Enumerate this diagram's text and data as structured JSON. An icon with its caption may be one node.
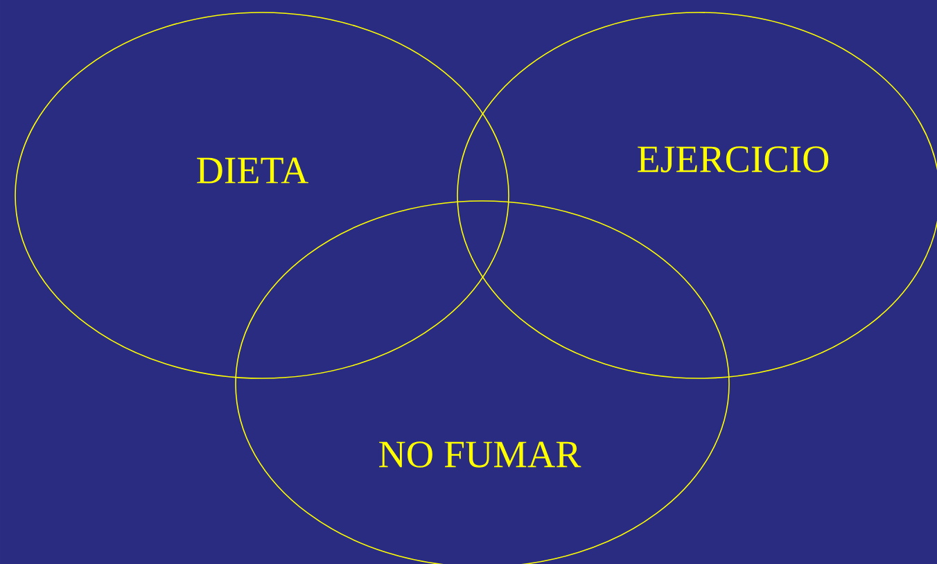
{
  "diagram": {
    "nodes": [
      {
        "text": [
          "DIETA"
        ]
      },
      {
        "text": [
          "EJERCICIO"
        ]
      },
      {
        "text": [
          "NO FUMAR"
        ]
      }
    ]
  }
}
